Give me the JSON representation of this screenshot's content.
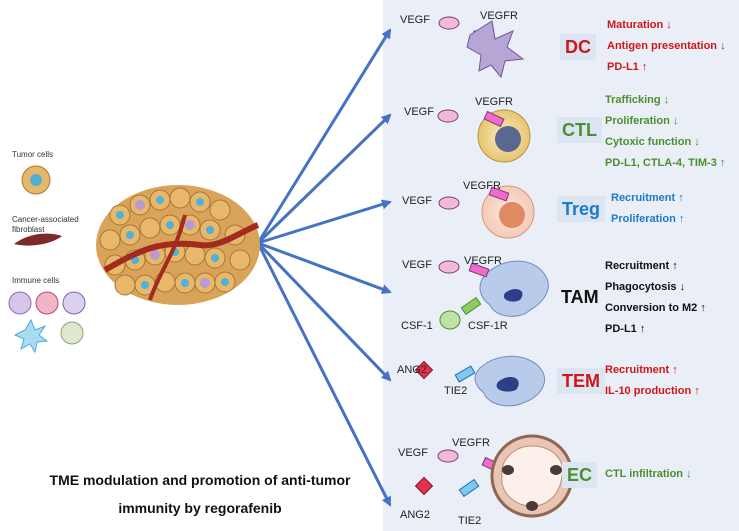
{
  "legend": {
    "tumor": "Tumor cells",
    "caf_line1": "Cancer-associated",
    "caf_line2": "fibroblast",
    "immune": "Immune cells"
  },
  "title_line1": "TME modulation and promotion of anti-tumor",
  "title_line2": "immunity by regorafenib",
  "labels": {
    "vegf": "VEGF",
    "vegfr": "VEGFR",
    "csf1": "CSF-1",
    "csf1r": "CSF-1R",
    "ang2": "ANG2",
    "tie2": "TIE2"
  },
  "arrows": {
    "up": "↑",
    "down": "↓"
  },
  "rows": {
    "dc": {
      "tag": "DC",
      "effects": [
        "Maturation",
        "Antigen presentation",
        "PD-L1"
      ]
    },
    "ctl": {
      "tag": "CTL",
      "effects": [
        "Trafficking",
        "Proliferation",
        "Cytoxic function",
        "PD-L1, CTLA-4, TIM-3"
      ]
    },
    "treg": {
      "tag": "Treg",
      "effects": [
        "Recruitment",
        "Proliferation"
      ]
    },
    "tam": {
      "tag": "TAM",
      "effects": [
        "Recruitment",
        "Phagocytosis",
        "Conversion to M2",
        "PD-L1"
      ]
    },
    "tem": {
      "tag": "TEM",
      "effects": [
        "Recruitment",
        "IL-10 production"
      ]
    },
    "ec": {
      "tag": "EC",
      "effects": [
        "CTL infiltration"
      ]
    }
  },
  "colors": {
    "red": "#d0161a",
    "green": "#4c8f2f",
    "blue": "#1f7ac8",
    "black": "#111111",
    "arrow": "#4472c4",
    "panel": "#e9eef7",
    "tag_bg": "#dce6f2"
  }
}
